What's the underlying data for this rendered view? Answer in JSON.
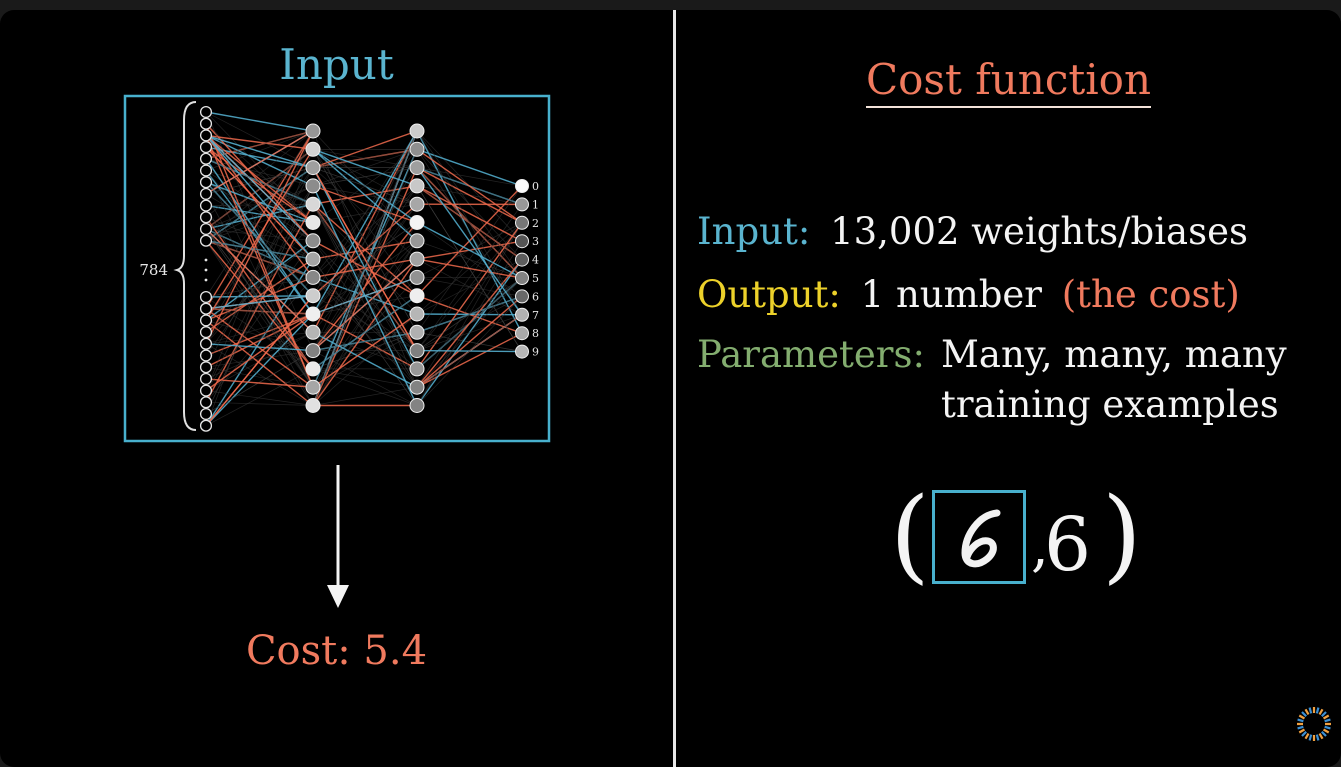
{
  "left_panel": {
    "title": "Input",
    "layer_size_label": "784",
    "output_labels": [
      "0",
      "1",
      "2",
      "3",
      "4",
      "5",
      "6",
      "7",
      "8",
      "9"
    ],
    "cost_label": "Cost: 5.4"
  },
  "right_panel": {
    "title": "Cost function",
    "input_label": "Input:",
    "input_value": "13,002 weights/biases",
    "output_label": "Output:",
    "output_value": "1 number",
    "output_note": "(the cost)",
    "params_label": "Parameters:",
    "params_line1": "Many, many, many",
    "params_line2": "training examples",
    "example_label": "6"
  },
  "colors": {
    "accent_blue": "#5ab4cf",
    "accent_red": "#f07a5e",
    "accent_yellow": "#ecd12a",
    "accent_green": "#83ad6f"
  }
}
